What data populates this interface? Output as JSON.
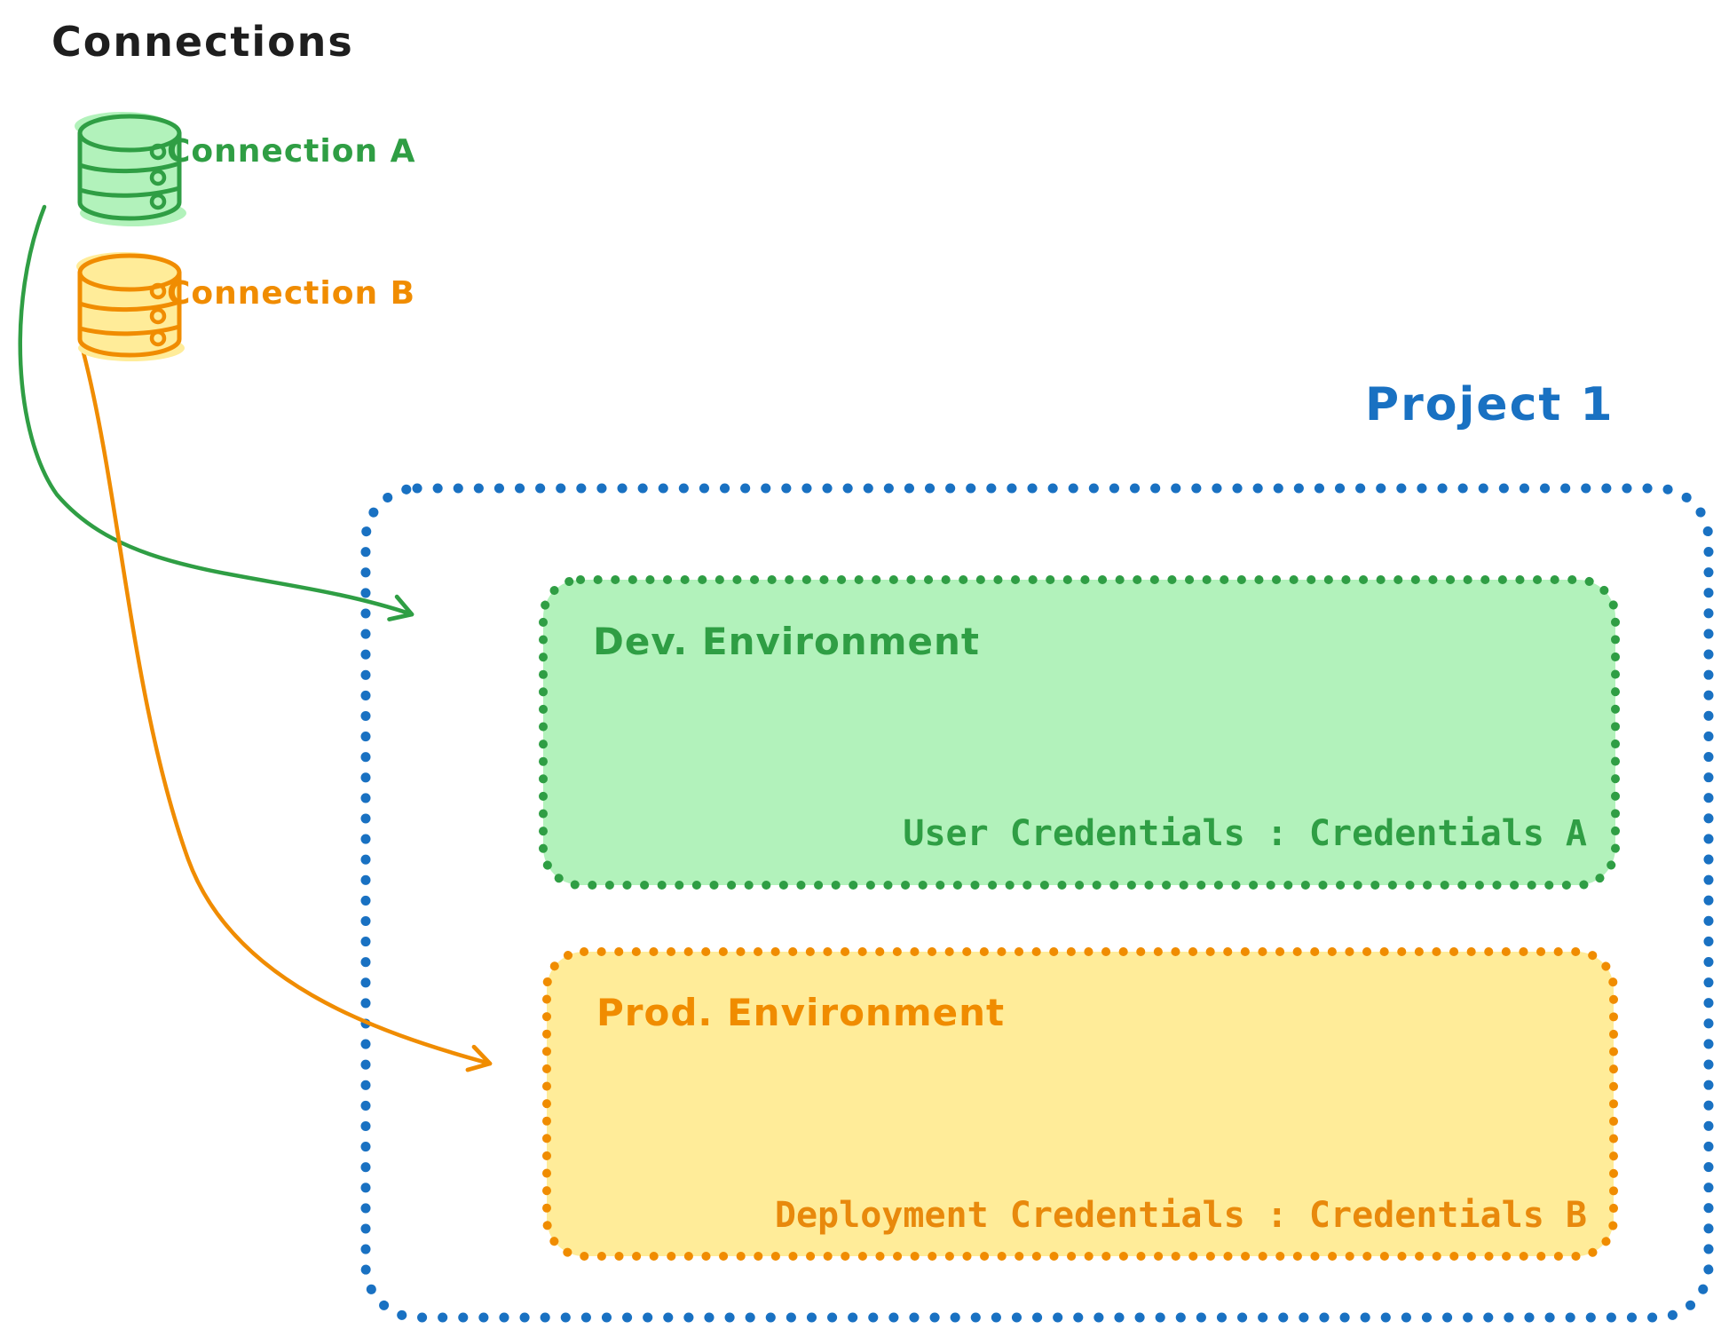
{
  "title": "Connections",
  "colors": {
    "ink": "#1e1e1e",
    "green": "#2f9e44",
    "green_fill": "#b2f2bb",
    "orange": "#f08c00",
    "orange_text": "#e8890c",
    "yellow_fill": "#ffec99",
    "blue": "#1971c2"
  },
  "connections": [
    {
      "label": "Connection A",
      "icon": "database-icon",
      "color": "#2f9e44"
    },
    {
      "label": "Connection B",
      "icon": "database-icon",
      "color": "#f08c00"
    }
  ],
  "project": {
    "label": "Project 1",
    "environments": [
      {
        "name": "Dev. Environment",
        "credentials": "User Credentials : Credentials A"
      },
      {
        "name": "Prod. Environment",
        "credentials": "Deployment Credentials : Credentials B"
      }
    ]
  },
  "arrows": [
    {
      "name": "connection-a-to-dev-environment",
      "color": "#2f9e44"
    },
    {
      "name": "connection-b-to-prod-environment",
      "color": "#f08c00"
    }
  ]
}
